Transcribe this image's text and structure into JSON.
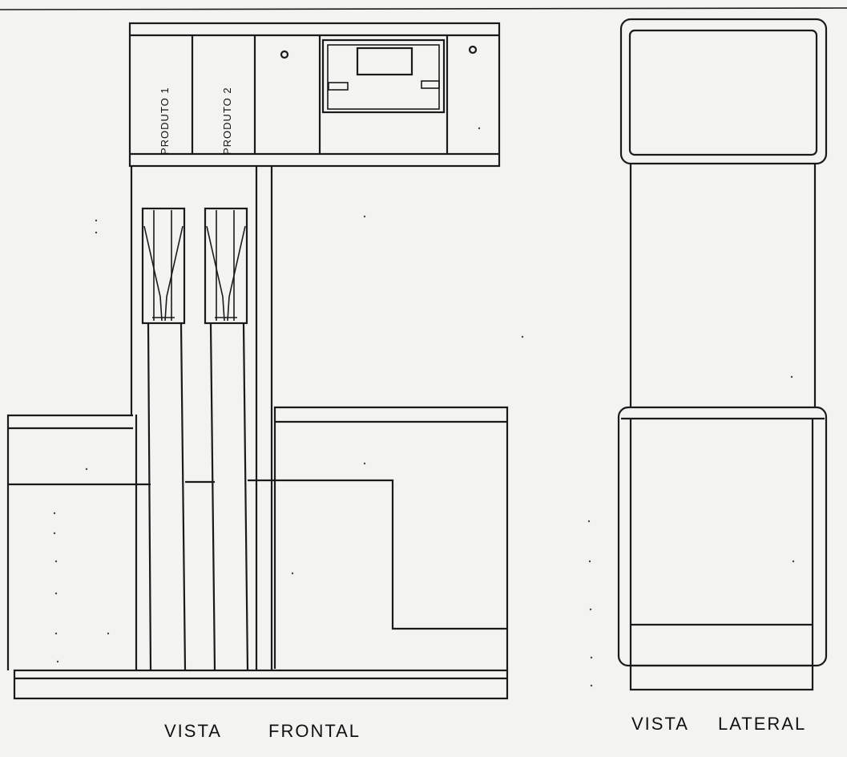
{
  "front_view": {
    "caption_word1": "VISTA",
    "caption_word2": "FRONTAL",
    "panel_labels": [
      "PRODUTO 1",
      "PRODUTO 2"
    ]
  },
  "side_view": {
    "caption_word1": "VISTA",
    "caption_word2": "LATERAL"
  }
}
